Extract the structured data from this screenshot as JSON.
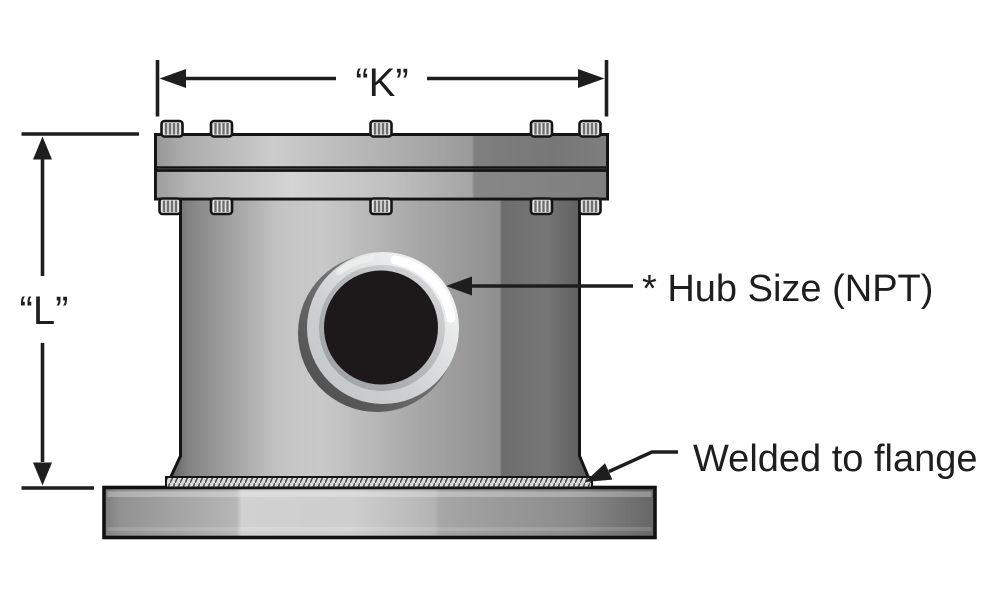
{
  "diagram": {
    "type": "technical-illustration",
    "subject": "Flanged hub enclosure, side elevation with dimensions",
    "labels": {
      "k_dim": "“K”",
      "l_dim": "“L”",
      "hub_callout": "* Hub Size (NPT)",
      "weld_callout": "Welded to flange"
    },
    "colors": {
      "background": "#ffffff",
      "ink": "#1e1e1e",
      "metal_highlight": "#d2d2d2",
      "metal_mid": "#9b9b9b",
      "metal_shadow": "#5e5e5e",
      "hub_bore": "#1d191a"
    }
  }
}
